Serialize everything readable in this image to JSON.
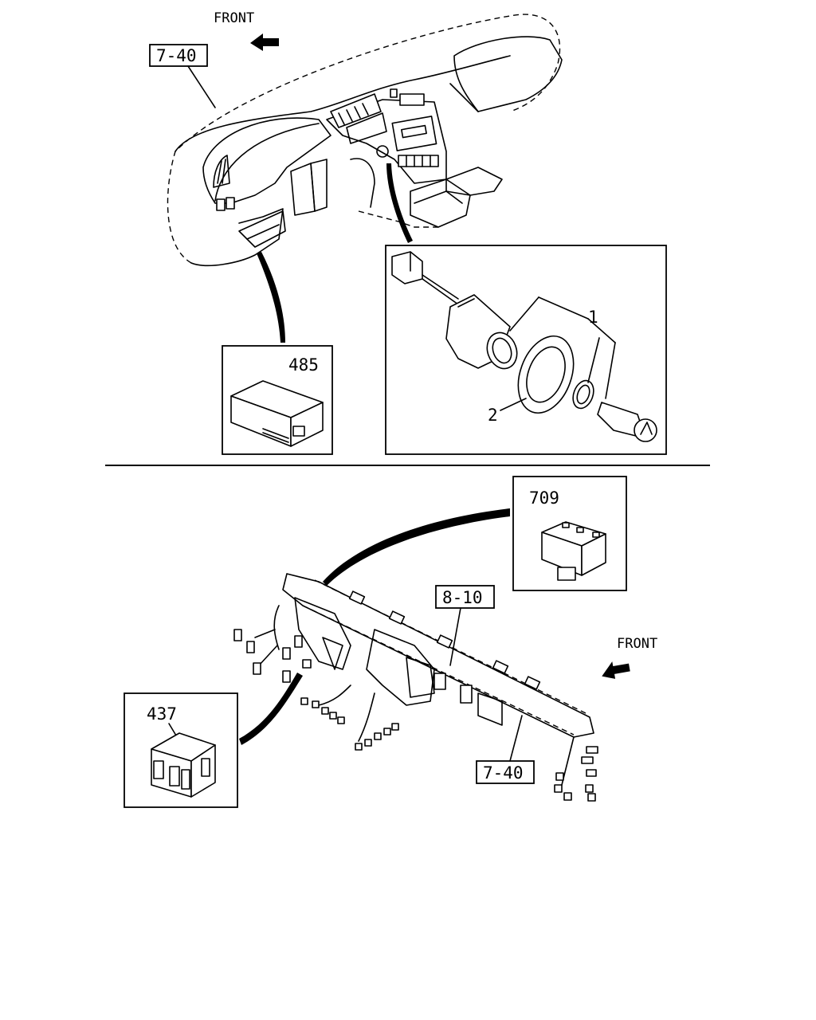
{
  "labels": {
    "front_top": "FRONT",
    "ref_top_left": "7-40",
    "part_485": "485",
    "part_1": "1",
    "part_2": "2",
    "part_709": "709",
    "ref_middle": "8-10",
    "front_bottom": "FRONT",
    "part_437": "437",
    "ref_bottom": "7-40"
  }
}
